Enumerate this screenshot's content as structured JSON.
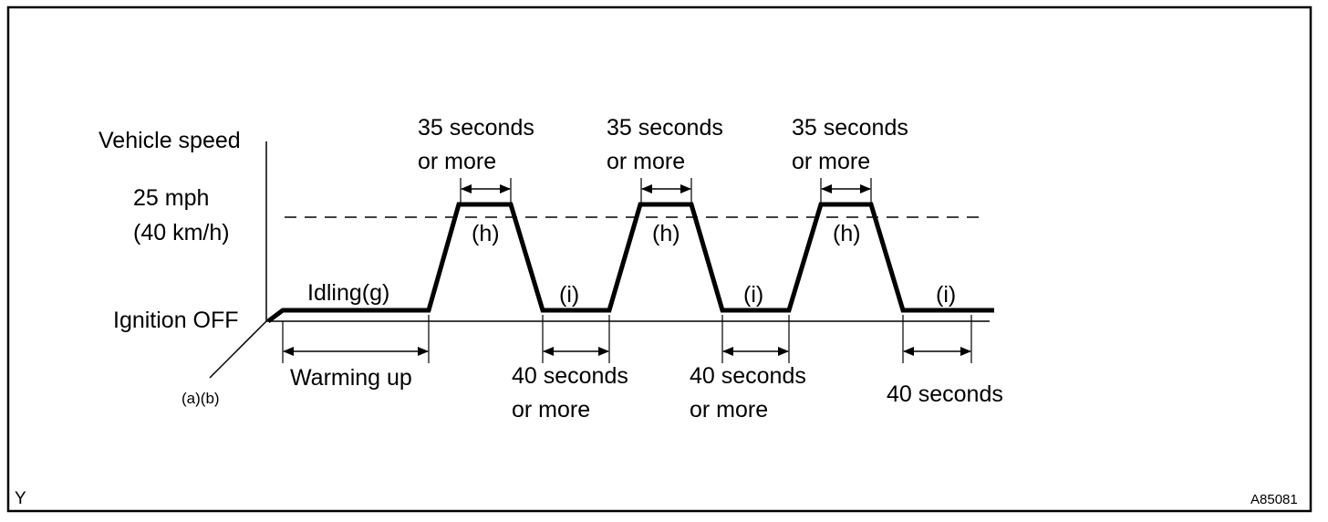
{
  "axis": {
    "y_title": "Vehicle speed",
    "speed_label": [
      "25 mph",
      "(40 km/h)"
    ],
    "baseline_label": "Ignition OFF",
    "corner_label": "(a)(b)"
  },
  "phases": {
    "idling_label": "Idling(g)",
    "warming_label": "Warming up",
    "cruise_label": "(h)",
    "idle_label": "(i)"
  },
  "durations": {
    "cruise": [
      "35 seconds",
      "or more"
    ],
    "idle": [
      "40 seconds",
      "or more"
    ],
    "final": "40 seconds"
  },
  "footer": {
    "left_code": "Y",
    "figure_id": "A85081"
  }
}
